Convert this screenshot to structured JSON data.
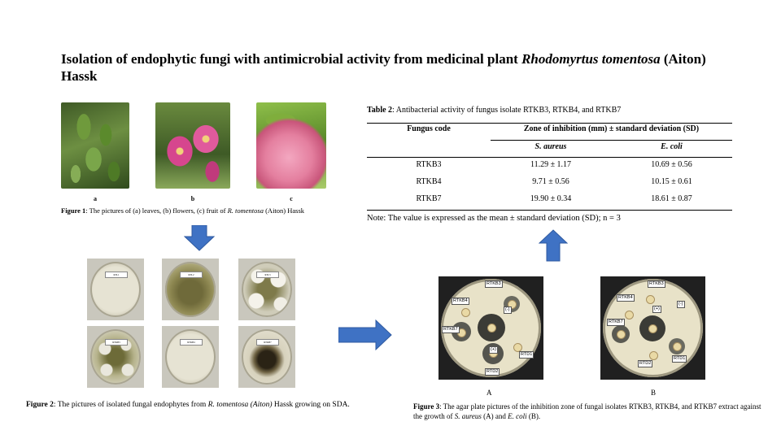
{
  "title": {
    "main": "Isolation of endophytic fungi with antimicrobial activity from medicinal plant ",
    "italic": "Rhodomyrtus tomentosa",
    "tail": " (Aiton) Hassk"
  },
  "figure1": {
    "labels": [
      "a",
      "b",
      "c"
    ],
    "caption_bold": "Figure 1",
    "caption_text1": ": The pictures of (a) leaves, (b) flowers, (c) fruit of ",
    "caption_italic": "R. tomentosa",
    "caption_text2": " (Aiton) Hassk"
  },
  "figure2": {
    "plate_tags": [
      "RTL1",
      "RTL2",
      "RTL3",
      "RTKB3",
      "RTKB4",
      "RTKB7"
    ],
    "caption_bold": "Figure 2",
    "caption_text1": ": The pictures of isolated fungal endophytes from ",
    "caption_italic": "R. tomentosa (Aiton)",
    "caption_text2": " Hassk growing on SDA."
  },
  "table2": {
    "title_bold": "Table 2",
    "title_text": ": Antibacterial activity of fungus isolate RTKB3, RTKB4, and  RTKB7",
    "col_code": "Fungus code",
    "col_zone": "Zone of inhibition (mm) ± standard deviation (SD)",
    "sub_a": "S. aureus",
    "sub_b": "E. coli",
    "rows": [
      {
        "code": "RTKB3",
        "a": "11.29 ± 1.17",
        "b": "10.69 ± 0.56"
      },
      {
        "code": "RTKB4",
        "a": "9.71 ± 0.56",
        "b": "10.15 ± 0.61"
      },
      {
        "code": "RTKB7",
        "a": "19.90 ± 0.34",
        "b": "18.61 ± 0.87"
      }
    ],
    "note": "Note: The value is expressed as the mean ± standard deviation (SD); n = 3"
  },
  "figure3": {
    "plate_a_labels": [
      "RTKB3",
      "RTKB4",
      "RTKB7",
      "(-)",
      "(+)",
      "RTD1",
      "RTD2"
    ],
    "plate_b_labels": [
      "RTKB3",
      "RTKB4",
      "RTKB7",
      "(-)",
      "(+)",
      "RTD1",
      "RTD2"
    ],
    "panel_a": "A",
    "panel_b": "B",
    "caption_bold": "Figure 3",
    "caption_text1": ": The agar plate pictures of the inhibition zone of fungal isolates RTKB3, RTKB4, and RTKB7 extract against the growth of ",
    "caption_italic1": "S. aureus",
    "caption_text2": " (A) and  ",
    "caption_italic2": "E. coli",
    "caption_text3": " (B)."
  },
  "colors": {
    "arrow": "#3f72c4"
  }
}
